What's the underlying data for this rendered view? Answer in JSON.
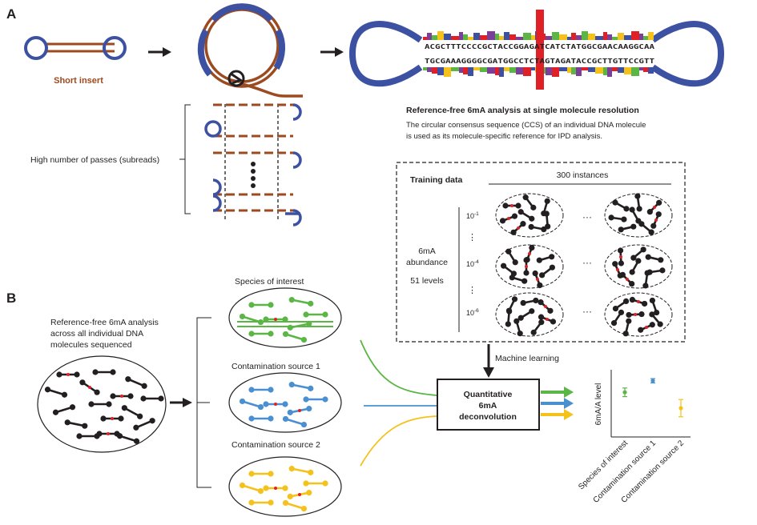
{
  "panel_a": {
    "label": "A",
    "short_insert": "Short insert",
    "passes_label": "High number of passes (subreads)",
    "sequence_top": "ACGCTTTCCCCGCTACCGGAGATCATCTATGGCGAACAAGGCAA",
    "sequence_bottom": "TGCGAAAGGGGCGATGGCCTCTAGTAGATACCGCTTGTTCCGTT",
    "ccs_title": "Reference-free 6mA analysis at single molecule resolution",
    "ccs_desc_1": "The circular consensus sequence (CCS) of an individual DNA molecule",
    "ccs_desc_2": "is used as its molecule-specific reference for IPD analysis."
  },
  "training": {
    "title": "Training data",
    "instances": "300 instances",
    "abundance_1": "6mA",
    "abundance_2": "abundance",
    "levels": "51 levels",
    "row_labels": [
      {
        "base": "10",
        "exp": "-1"
      },
      {
        "base": "10",
        "exp": "-4"
      },
      {
        "base": "10",
        "exp": "-6"
      }
    ],
    "vdots": "⋮",
    "hdots": "···"
  },
  "panel_b": {
    "label": "B",
    "ref_free_1": "Reference-free 6mA analysis",
    "ref_free_2": "across all individual DNA",
    "ref_free_3": "molecules sequenced",
    "species": "Species of interest",
    "contam1": "Contamination source 1",
    "contam2": "Contamination source 2",
    "machine_learning": "Machine learning",
    "decon_1": "Quantitative",
    "decon_2": "6mA",
    "decon_3": "deconvolution"
  },
  "colors": {
    "blue": "#3d51a3",
    "brown": "#9c4a1f",
    "green": "#5bb646",
    "lightblue": "#4a90d0",
    "yellow": "#f5c21b",
    "red": "#e02027",
    "black": "#231f20"
  },
  "chart_data": {
    "type": "scatter",
    "ylabel": "6mA/A level",
    "categories": [
      "Species of interest",
      "Contamination source 1",
      "Contamination source 2"
    ],
    "values": [
      0.62,
      0.78,
      0.4
    ],
    "errors": [
      0.06,
      0.03,
      0.12
    ],
    "colors": [
      "#5bb646",
      "#4a90d0",
      "#f5c21b"
    ],
    "ylim": [
      0,
      1
    ],
    "grid": false
  }
}
